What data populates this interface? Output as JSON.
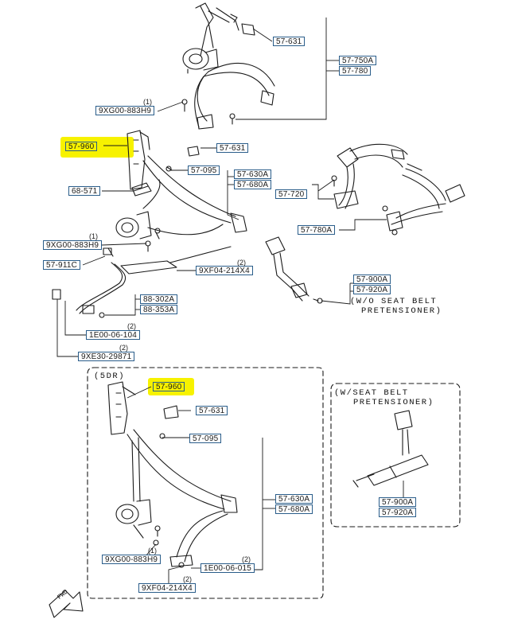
{
  "labels": {
    "p57631a": "57-631",
    "p57750a": "57-750A",
    "p57780": "57-780",
    "p9xg00883h9a": "9XG00-883H9",
    "p57960a": "57-960",
    "p57631b": "57-631",
    "p57095a": "57-095",
    "p57630a": "57-630A",
    "p57680a": "57-680A",
    "p68571": "68-571",
    "p57720": "57-720",
    "p57780a": "57-780A",
    "p9xg00883h9b": "9XG00-883H9",
    "p57911c": "57-911C",
    "p9xf04214x4a": "9XF04-214X4",
    "p57900a": "57-900A",
    "p57920a": "57-920A",
    "p88302a": "88-302A",
    "p88353a": "88-353A",
    "p1e0006104": "1E00-06-104",
    "p9xe3029871": "9XE30-29871",
    "p57960b": "57-960",
    "p57631c": "57-631",
    "p57095b": "57-095",
    "p57630b": "57-630A",
    "p57680b": "57-680A",
    "p57900b": "57-900A",
    "p57920b": "57-920A",
    "p9xg00883h9c": "9XG00-883H9",
    "p1e0006015": "1E00-06-015",
    "p9xf04214x4b": "9XF04-214X4"
  },
  "quantities": {
    "q1": "(1)",
    "q2": "(1)",
    "q3": "(2)",
    "q4": "(2)",
    "q5": "(2)",
    "q6": "(1)",
    "q7": "(2)",
    "q8": "(2)"
  },
  "notes": {
    "wo_line1": "(W/O SEAT BELT",
    "wo_line2": "PRETENSIONER)",
    "w_line1": "(W/SEAT BELT",
    "w_line2": "PRETENSIONER)",
    "five_door": "(5DR)",
    "fwd": "FWD"
  },
  "colors": {
    "highlight": "#f7f200",
    "label_border": "#2a5d8a",
    "line": "#1a1a1a"
  }
}
